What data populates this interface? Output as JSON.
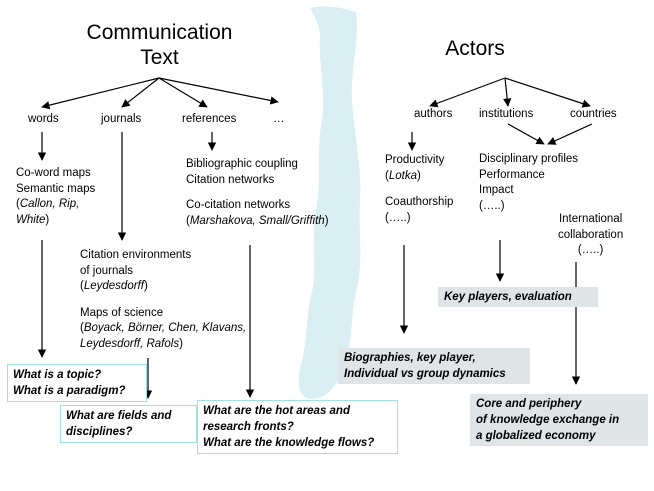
{
  "left_heading": {
    "line1": "Communication",
    "line2": "Text"
  },
  "right_heading": "Actors",
  "left_branches": {
    "words": "words",
    "journals": "journals",
    "references": "references",
    "more": "…"
  },
  "right_branches": {
    "authors": "authors",
    "institutions": "institutions",
    "countries": "countries"
  },
  "words_text": {
    "line1": "Co-word maps",
    "line2": "Semantic maps",
    "line3_open": "(",
    "line3_names": "Callon, Rip,",
    "line4_names": "White",
    "line4_close": ")"
  },
  "references_text": {
    "line1": "Bibliographic coupling",
    "line2": "Citation networks",
    "line3": "Co-citation networks",
    "line4_open": "(",
    "line4_names": "Marshakova, Small/Griffith",
    "line4_close": ")"
  },
  "journals_text": {
    "line1": "Citation environments",
    "line2": "of journals",
    "line3_open": "(",
    "line3_names": "Leydesdorff",
    "line3_close": ")",
    "line4": "Maps of science",
    "line5_open": "(",
    "line5_names": "Boyack, Börner, Chen, Klavans,",
    "line6_names": "Leydesdorff, Rafols",
    "line6_close": ")"
  },
  "authors_text": {
    "line1": "Productivity",
    "line2_open": "(",
    "line2_names": "Lotka",
    "line2_close": ")",
    "line3": "Coauthorship",
    "line4": "(…..)"
  },
  "institutions_text": {
    "line1": "Disciplinary profiles",
    "line2": "Performance",
    "line3": "Impact",
    "line4": "(…..)"
  },
  "collaboration_text": {
    "line1": "International",
    "line2": "collaboration",
    "line3": "(…..)"
  },
  "boxes": {
    "topic": {
      "line1": "What is a topic?",
      "line2": "What is a paradigm?"
    },
    "fields": {
      "line1": "What are fields and",
      "line2": "disciplines?"
    },
    "hot": {
      "line1": "What are the hot areas and",
      "line2": "research fronts?",
      "line3": "What are the knowledge flows?"
    },
    "key_players": {
      "line1": "Key players, evaluation"
    },
    "biographies": {
      "line1": "Biographies, key player,",
      "line2": "Individual vs group dynamics"
    },
    "core": {
      "line1": "Core and periphery",
      "line2": "of knowledge exchange in",
      "line3": "a globalized economy"
    }
  },
  "colors": {
    "river": "#d9eff4",
    "outline_box_border": "#9fe0e4",
    "filled_box": "#dfe4e6",
    "arrow": "#000000"
  }
}
